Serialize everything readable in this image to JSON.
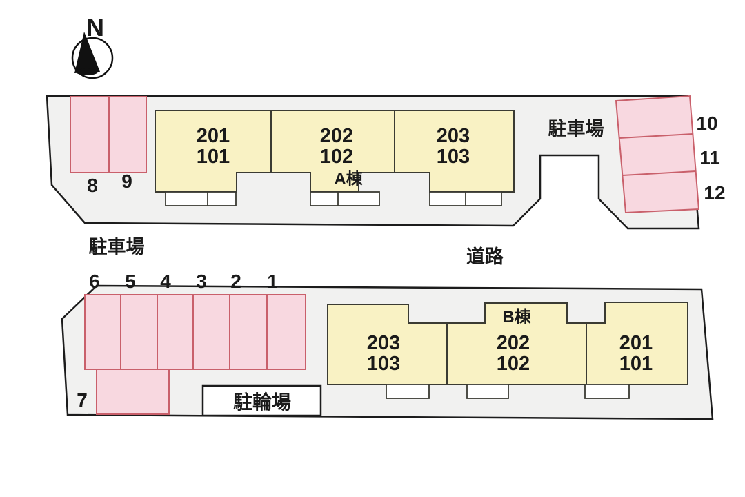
{
  "compass": {
    "north_label": "N"
  },
  "site": {
    "parking_lot_top_label": "駐車場",
    "parking_lot_bottom_label": "駐車場",
    "road_label": "道路",
    "bicycle_parking_label": "駐輪場"
  },
  "building_a": {
    "name_label": "A棟",
    "units": [
      {
        "upper": "201",
        "lower": "101"
      },
      {
        "upper": "202",
        "lower": "102"
      },
      {
        "upper": "203",
        "lower": "103"
      }
    ]
  },
  "building_b": {
    "name_label": "B棟",
    "units": [
      {
        "upper": "203",
        "lower": "103"
      },
      {
        "upper": "202",
        "lower": "102"
      },
      {
        "upper": "201",
        "lower": "101"
      }
    ]
  },
  "parking_spaces": {
    "left_pair": [
      "8",
      "9"
    ],
    "right_column": [
      "10",
      "11",
      "12"
    ],
    "bottom_row": [
      "6",
      "5",
      "4",
      "3",
      "2",
      "1"
    ],
    "bottom_extra": "7"
  },
  "colors": {
    "parcel_fill": "#f1f1f0",
    "parcel_border": "#1c1c1c",
    "building_fill": "#f9f2c4",
    "building_border": "#3b3b33",
    "parking_space_fill": "#f8d8e0",
    "parking_space_border": "#c9606b",
    "text": "#1a1a1a"
  }
}
